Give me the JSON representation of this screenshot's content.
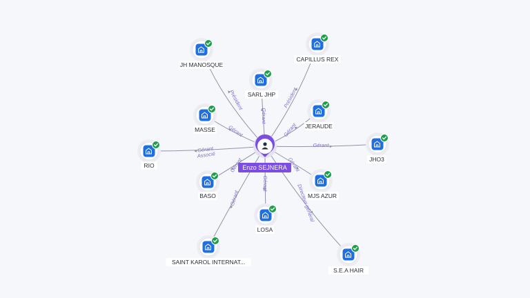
{
  "person": {
    "name": "Enzo SEJNERA",
    "icon": "person-icon",
    "color": "#7b4ee0"
  },
  "companies": [
    {
      "id": "jh-manosque",
      "name": "JH MANOSQUE",
      "roles": [
        "Président"
      ],
      "verified": true
    },
    {
      "id": "capillus-rex",
      "name": "CAPILLUS REX",
      "roles": [
        "Président"
      ],
      "verified": true
    },
    {
      "id": "sarl-jhp",
      "name": "SARL JHP",
      "roles": [
        "Gérant"
      ],
      "verified": true
    },
    {
      "id": "masse",
      "name": "MASSE",
      "roles": [
        "Gérant"
      ],
      "verified": true
    },
    {
      "id": "jeraude",
      "name": "JERAUDE",
      "roles": [
        "Gérant"
      ],
      "verified": true
    },
    {
      "id": "rio",
      "name": "RIO",
      "roles": [
        "Gérant",
        "Associé"
      ],
      "verified": true
    },
    {
      "id": "jho3",
      "name": "JHO3",
      "roles": [
        "Gérant"
      ],
      "verified": true
    },
    {
      "id": "baso",
      "name": "BASO",
      "roles": [
        "Gérant"
      ],
      "verified": true
    },
    {
      "id": "mjs-azur",
      "name": "MJS AZUR",
      "roles": [
        "Gérant"
      ],
      "verified": true
    },
    {
      "id": "losa",
      "name": "LOSA",
      "roles": [
        "Gérant"
      ],
      "verified": true
    },
    {
      "id": "saint-karol",
      "name": "SAINT KAROL INTERNAT...",
      "roles": [
        "Gérant"
      ],
      "verified": true
    },
    {
      "id": "sea-hair",
      "name": "S.E.A HAIR",
      "roles": [
        "Directeur général"
      ],
      "verified": true
    }
  ],
  "icons": {
    "company": "building-icon",
    "verified": "check-badge-icon"
  },
  "colors": {
    "company": "#1f6fe0",
    "verified": "#1e9e4a",
    "edge_label": "#7b74c9"
  }
}
